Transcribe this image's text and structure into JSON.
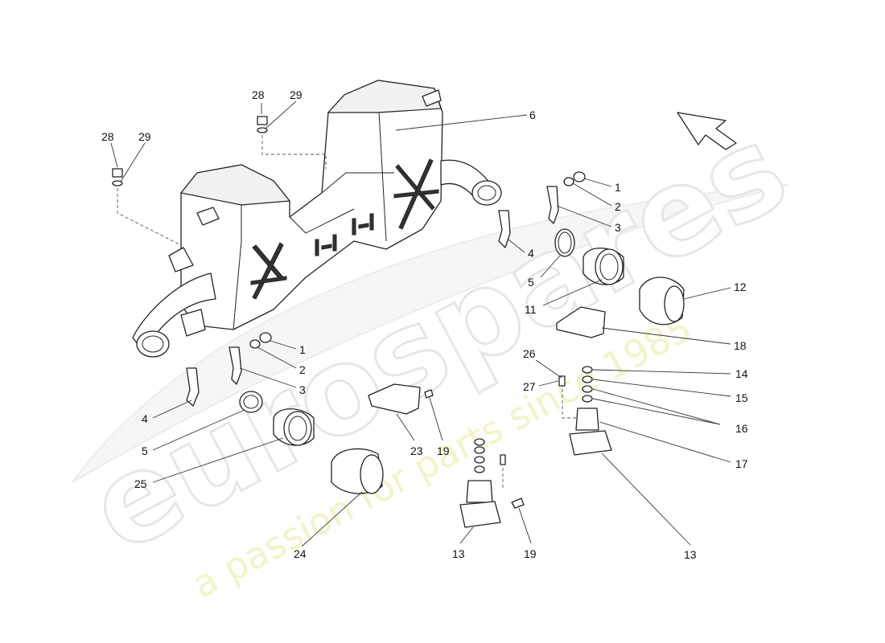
{
  "watermark": {
    "logo": "eurospares",
    "tagline": "a passion for parts since 1985"
  },
  "callouts": {
    "c1a": "1",
    "c2a": "2",
    "c3a": "3",
    "c4a": "4",
    "c5a": "5",
    "c6": "6",
    "c11": "11",
    "c12": "12",
    "c1b": "1",
    "c2b": "2",
    "c3b": "3",
    "c4b": "4",
    "c5b": "5",
    "c13a": "13",
    "c13b": "13",
    "c14": "14",
    "c15": "15",
    "c16": "16",
    "c17": "17",
    "c18": "18",
    "c19a": "19",
    "c19b": "19",
    "c23": "23",
    "c24": "24",
    "c25": "25",
    "c26": "26",
    "c27": "27",
    "c28a": "28",
    "c29a": "29",
    "c28b": "28",
    "c29b": "29"
  }
}
